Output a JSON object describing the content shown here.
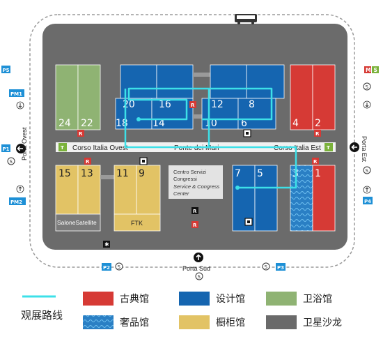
{
  "colors": {
    "classic": "#d63a35",
    "design": "#1565b0",
    "bath": "#8fb373",
    "cabinet": "#e2c365",
    "satellite": "#6a6a6a",
    "luxury": "#2a7fc4",
    "route": "#3de0e8",
    "venue_bg": "#6b6b6b",
    "badge_blue": "#1e90d6",
    "r_red": "#d63a35"
  },
  "halls": {
    "h24": "24",
    "h22": "22",
    "h20": "20",
    "h16": "16",
    "h18": "18",
    "h14": "14",
    "h12": "12",
    "h8": "8",
    "h10": "10",
    "h6": "6",
    "h4": "4",
    "h2": "2",
    "h15": "15",
    "h13": "13",
    "h11": "11",
    "h9": "9",
    "h7": "7",
    "h5": "5",
    "h3": "3",
    "h1": "1"
  },
  "labels": {
    "salone_satellite": "SaloneSatellite",
    "ftk": "FTK",
    "corso_ovest": "Corso Italia Ovest",
    "ponte": "Ponte dei Mari",
    "corso_est": "Corso Italia Est",
    "centro_1": "Centro Servizi",
    "centro_2": "Congressi",
    "centro_3": "Service & Congress",
    "centro_4": "Center",
    "porta_ovest": "Porta Ovest",
    "porta_est": "Porta Est",
    "porta_sud": "Porta Sud"
  },
  "parking": {
    "p5": "P5",
    "pm1": "PM1",
    "p1": "P1",
    "pm2": "PM2",
    "p2": "P2",
    "p3": "P3",
    "p4": "P4"
  },
  "markers": {
    "r": "R",
    "t": "T",
    "s": "S",
    "m": "M"
  },
  "legend": {
    "route": "观展路线",
    "classic": "古典馆",
    "design": "设计馆",
    "bath": "卫浴馆",
    "luxury": "奢品馆",
    "cabinet": "橱柜馆",
    "satellite": "卫星沙龙"
  }
}
